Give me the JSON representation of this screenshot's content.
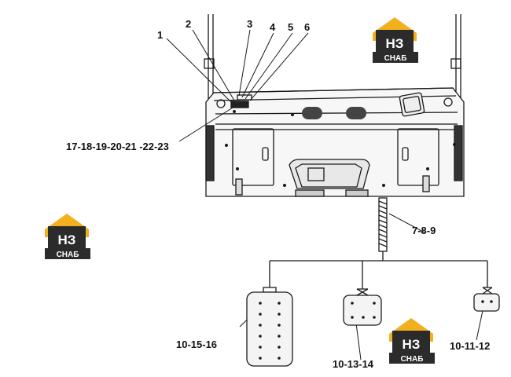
{
  "callouts": {
    "c1": "1",
    "c2": "2",
    "c3": "3",
    "c4": "4",
    "c5": "5",
    "c6": "6",
    "c17_23": "17-18-19-20-21 -22-23",
    "c7_9": "7-8-9",
    "c10_15_16": "10-15-16",
    "c10_13_14": "10-13-14",
    "c10_11_12": "10-11-12"
  },
  "logo": {
    "mark": "НЗ",
    "word": "СНАБ",
    "colors": {
      "accent": "#f2b01e",
      "dark": "#2b2b2b",
      "text": "#ffffff"
    }
  },
  "colors": {
    "line": "#1a1a1a",
    "fill_light": "#f4f4f4"
  }
}
